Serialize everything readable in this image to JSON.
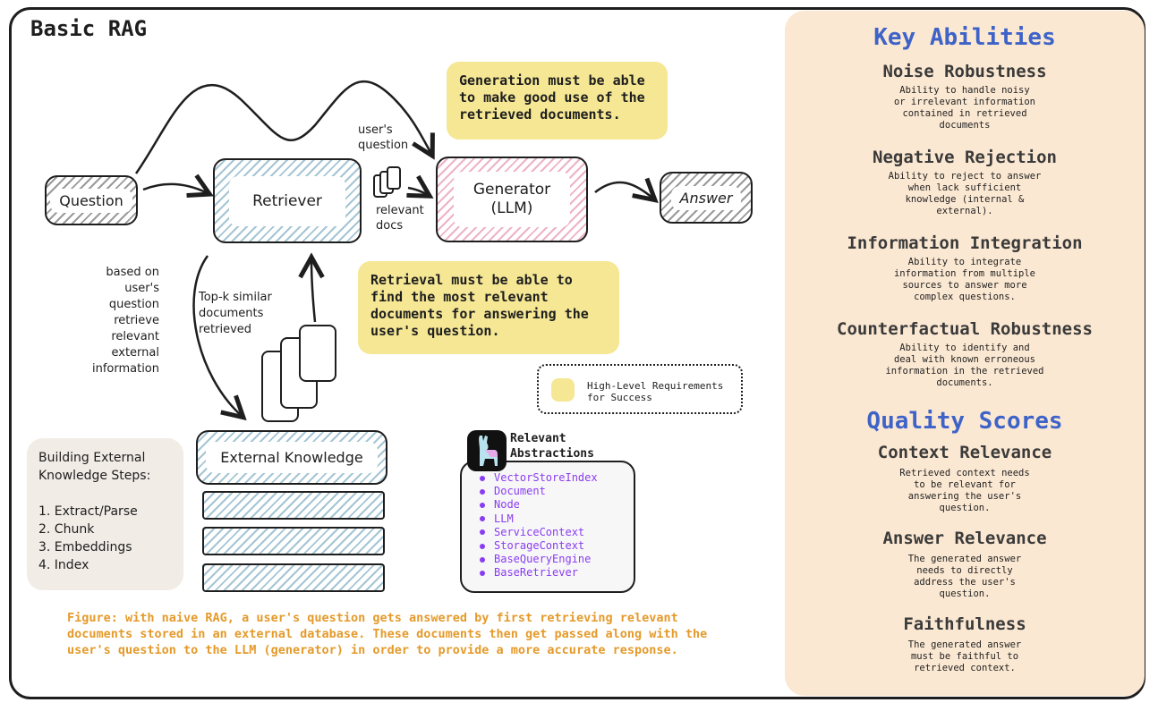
{
  "title": "Basic RAG",
  "nodes": {
    "question": "Question",
    "retriever": "Retriever",
    "generator_line1": "Generator",
    "generator_line2": "(LLM)",
    "answer": "Answer",
    "external_knowledge": "External Knowledge"
  },
  "edge_labels": {
    "users_question": [
      "user's",
      "question"
    ],
    "relevant_docs": [
      "relevant",
      "docs"
    ],
    "topk": [
      "Top-k similar",
      "documents",
      "retrieved"
    ],
    "based_on": [
      "based on",
      "user's",
      "question",
      "retrieve",
      "relevant",
      "external",
      "information"
    ]
  },
  "callouts": {
    "generation": [
      "Generation must be able",
      "to make good use of the",
      "retrieved documents."
    ],
    "retrieval": [
      "Retrieval must be able to",
      "find the most relevant",
      "documents for answering the",
      "user's question."
    ]
  },
  "legend": {
    "text": [
      "High-Level Requirements",
      "for Success"
    ]
  },
  "steps": {
    "heading": [
      "Building External",
      "Knowledge Steps:"
    ],
    "items": [
      "1. Extract/Parse",
      "2. Chunk",
      "3. Embeddings",
      "4. Index"
    ]
  },
  "abstractions": {
    "title": [
      "Relevant",
      "Abstractions"
    ],
    "items": [
      "VectorStoreIndex",
      "Document",
      "Node",
      "LLM",
      "ServiceContext",
      "StorageContext",
      "BaseQueryEngine",
      "BaseRetriever"
    ]
  },
  "caption": [
    "Figure: with naive RAG, a user's question gets answered by first retrieving relevant",
    "documents stored in an external database. These documents then get passed along with the",
    "user's question to the LLM (generator) in order to provide a more accurate response."
  ],
  "panel": {
    "key_abilities_heading": "Key Abilities",
    "abilities": [
      {
        "name": "Noise Robustness",
        "desc": [
          "Ability to handle noisy",
          "or irrelevant information",
          "contained in retrieved",
          "documents"
        ]
      },
      {
        "name": "Negative Rejection",
        "desc": [
          "Ability to reject to answer",
          "when lack sufficient",
          "knowledge (internal &",
          "external)."
        ]
      },
      {
        "name": "Information Integration",
        "desc": [
          "Ability to integrate",
          "information from multiple",
          "sources to answer more",
          "complex questions."
        ]
      },
      {
        "name": "Counterfactual Robustness",
        "desc": [
          "Ability to identify and",
          "deal with known erroneous",
          "information in the retrieved",
          "documents."
        ]
      }
    ],
    "quality_heading": "Quality Scores",
    "scores": [
      {
        "name": "Context Relevance",
        "desc": [
          "Retrieved context needs",
          "to be relevant for",
          "answering the user's",
          "question."
        ]
      },
      {
        "name": "Answer Relevance",
        "desc": [
          "The generated answer",
          "needs to directly",
          "address the user's",
          "question."
        ]
      },
      {
        "name": "Faithfulness",
        "desc": [
          "The generated answer",
          "must be faithful to",
          "retrieved context."
        ]
      }
    ]
  },
  "colors": {
    "callout": "#f5e794",
    "caption": "#e59a2a",
    "panel": "#fbe8d2",
    "panel_heading": "#3e63c8",
    "abstraction_text": "#8a3cf0"
  }
}
